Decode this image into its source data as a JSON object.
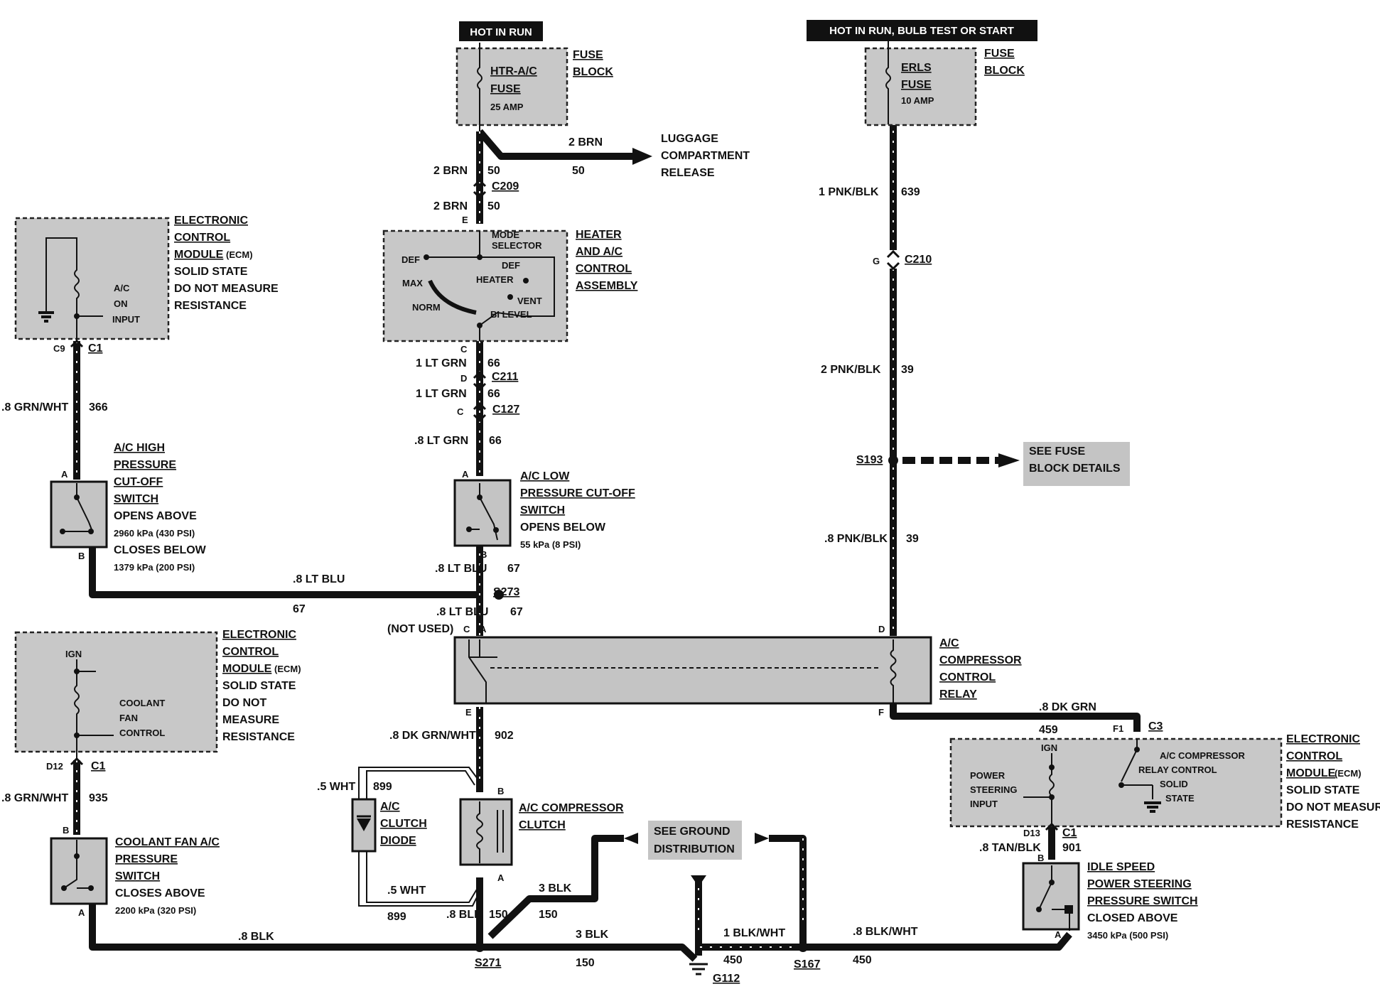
{
  "power": {
    "left_label": "HOT IN RUN",
    "right_label": "HOT IN RUN, BULB TEST OR START"
  },
  "fuse_left": {
    "name": "HTR-A/C",
    "word": "FUSE",
    "rating": "25 AMP",
    "block1": "FUSE",
    "block2": "BLOCK"
  },
  "fuse_right": {
    "name": "ERLS",
    "word": "FUSE",
    "rating": "10 AMP",
    "block1": "FUSE",
    "block2": "BLOCK"
  },
  "luggage": {
    "wire": "2 BRN",
    "circuit": "50",
    "line1": "LUGGAGE",
    "line2": "COMPARTMENT",
    "line3": "RELEASE"
  },
  "wires": {
    "w1_label": "2 BRN",
    "w1_circuit": "50",
    "w2_label": "2 BRN",
    "w2_circuit": "50",
    "c209": "C209",
    "pin_e_heater": "E",
    "pin_c_heater": "C",
    "w3_label": "1 LT GRN",
    "w3_circuit": "66",
    "pin_d": "D",
    "c211": "C211",
    "w4_label": "1 LT GRN",
    "w4_circuit": "66",
    "pin_c127": "C",
    "c127": "C127",
    "w5_label": ".8 LT GRN",
    "w5_circuit": "66",
    "low_pin_a": "A",
    "low_pin_b": "B",
    "w6_label": ".8 LT BLU",
    "w6_circuit": "67",
    "s273": "S273",
    "horiz_blu_label": ".8 LT BLU",
    "horiz_blu_circuit": "67",
    "w7_label": ".8 LT BLU",
    "w7_circuit": "67",
    "not_used": "(NOT USED)",
    "relay_pin_c": "C",
    "relay_pin_a": "A",
    "relay_pin_e": "E",
    "w8_label": ".8 DK GRN/WHT",
    "w8_circuit": "902",
    "ecm1_pin": "C9",
    "ecm1_conn": "C1",
    "w9_label": ".8 GRN/WHT",
    "w9_circuit": "366",
    "high_pin_a": "A",
    "high_pin_b": "B",
    "ecm2_pin": "D12",
    "ecm2_conn": "C1",
    "w10_label": ".8 GRN/WHT",
    "w10_circuit": "935",
    "fan_pin_b": "B",
    "fan_pin_a": "A",
    "blk8_label": ".8 BLK",
    "s271": "S271",
    "diode_wire1": ".5 WHT",
    "diode_circuit1": "899",
    "diode_wire2": ".5 WHT",
    "diode_circuit2": "899",
    "comp_pin_b": "B",
    "comp_pin_a": "A",
    "blk8_2": ".8 BLK",
    "blk8_2_circuit": "150",
    "blk3_a": "3 BLK",
    "blk3_a_circuit": "150",
    "blk3_b": "3 BLK",
    "blk3_b_circuit": "150",
    "g112": "G112",
    "blkwht1": "1 BLK/WHT",
    "blkwht1_circuit": "450",
    "s167": "S167",
    "blkwht8": ".8 BLK/WHT",
    "blkwht8_circuit": "450",
    "r1_label": "1 PNK/BLK",
    "r1_circuit": "639",
    "pin_g": "G",
    "c210": "C210",
    "r2_label": "2 PNK/BLK",
    "r2_circuit": "39",
    "s193": "S193",
    "r3_label": ".8 PNK/BLK",
    "r3_circuit": "39",
    "relay_pin_d": "D",
    "relay_pin_f": "F",
    "dkgrn_label": ".8 DK GRN",
    "dkgrn_circuit": "459",
    "ecm3_pin": "F1",
    "ecm3_conn": "C3",
    "ecm3_pin2": "D13",
    "ecm3_conn2": "C1",
    "tan_label": ".8 TAN/BLK",
    "tan_circuit": "901",
    "idle_pin_b": "B",
    "idle_pin_a": "A"
  },
  "heater": {
    "mode": "MODE",
    "selector": "SELECTOR",
    "def": "DEF",
    "def2": "DEF",
    "max": "MAX",
    "heater": "HEATER",
    "norm": "NORM",
    "vent": "VENT",
    "bilevel": "BI LEVEL",
    "l1": "HEATER",
    "l2": "AND A/C",
    "l3": "CONTROL",
    "l4": "ASSEMBLY"
  },
  "ecm1": {
    "inner1": "A/C",
    "inner2": "ON",
    "inner3": "INPUT",
    "l1": "ELECTRONIC",
    "l2": "CONTROL",
    "l3": "MODULE",
    "l3b": "(ECM)",
    "l4": "SOLID STATE",
    "l5": "DO NOT MEASURE",
    "l6": "RESISTANCE"
  },
  "high_switch": {
    "l1": "A/C HIGH",
    "l2": "PRESSURE",
    "l3": "CUT-OFF",
    "l4": "SWITCH",
    "l5": "OPENS ABOVE",
    "l6": "2960 kPa (430 PSI)",
    "l7": "CLOSES BELOW",
    "l8": "1379 kPa (200 PSI)"
  },
  "low_switch": {
    "l1": "A/C LOW",
    "l2": "PRESSURE CUT-OFF",
    "l3": "SWITCH",
    "l4": "OPENS BELOW",
    "l5": "55 kPa (8 PSI)"
  },
  "ecm2": {
    "ign": "IGN",
    "inner1": "COOLANT",
    "inner2": "FAN",
    "inner3": "CONTROL",
    "l1": "ELECTRONIC",
    "l2": "CONTROL",
    "l3": "MODULE",
    "l3b": "(ECM)",
    "l4": "SOLID STATE",
    "l5": "DO NOT",
    "l6": "MEASURE",
    "l7": "RESISTANCE"
  },
  "fan_switch": {
    "l1": "COOLANT FAN A/C",
    "l2": "PRESSURE",
    "l3": "SWITCH",
    "l4": "CLOSES ABOVE",
    "l5": "2200 kPa (320 PSI)"
  },
  "diode": {
    "l1": "A/C",
    "l2": "CLUTCH",
    "l3": "DIODE"
  },
  "clutch": {
    "l1": "A/C COMPRESSOR",
    "l2": "CLUTCH"
  },
  "ground_box": {
    "l1": "SEE GROUND",
    "l2": "DISTRIBUTION"
  },
  "fuse_details": {
    "l1": "SEE FUSE",
    "l2": "BLOCK DETAILS"
  },
  "relay": {
    "l1": "A/C",
    "l2": "COMPRESSOR",
    "l3": "CONTROL",
    "l4": "RELAY"
  },
  "ecm3": {
    "ign": "IGN",
    "in1": "POWER",
    "in2": "STEERING",
    "in3": "INPUT",
    "in4": "A/C COMPRESSOR",
    "in5": "RELAY CONTROL",
    "in6": "SOLID",
    "in7": "STATE",
    "l1": "ELECTRONIC",
    "l2": "CONTROL",
    "l3": "MODULE",
    "l3b": "(ECM)",
    "l4": "SOLID STATE",
    "l5": "DO NOT MEASURE",
    "l6": "RESISTANCE"
  },
  "idle_switch": {
    "l1": "IDLE SPEED",
    "l2": "POWER STEERING",
    "l3": "PRESSURE SWITCH",
    "l4": "CLOSED ABOVE",
    "l5": "3450 kPa (500 PSI)"
  }
}
